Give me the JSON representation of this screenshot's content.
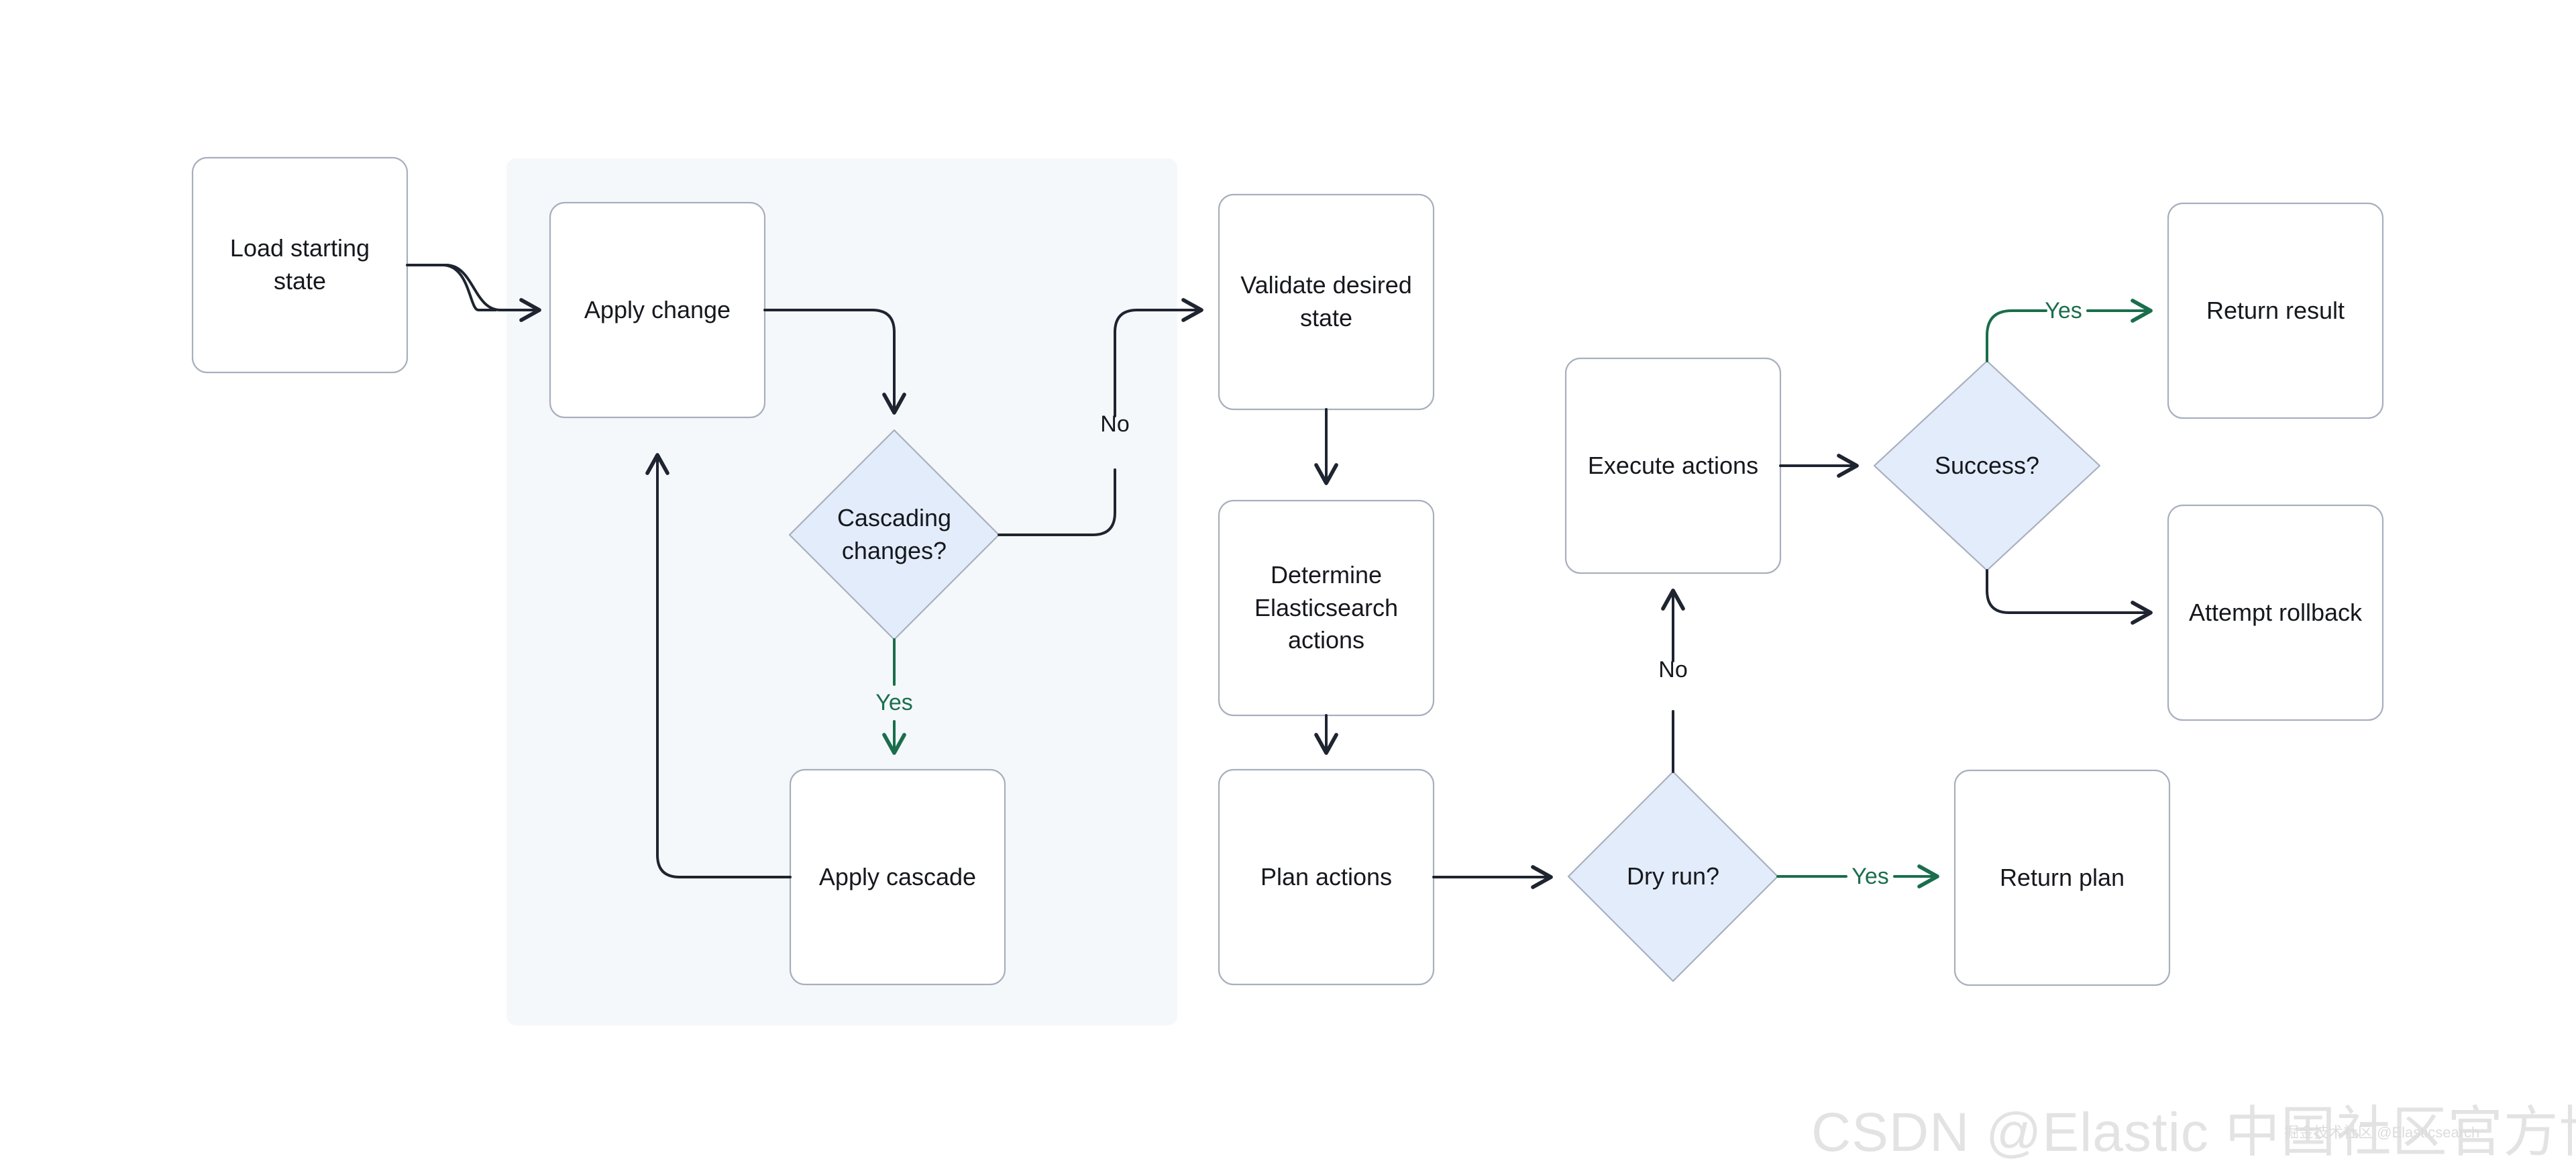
{
  "diagram": {
    "type": "flowchart",
    "title": "",
    "background_color": "#ffffff",
    "group_background_color": "#f5f8fb",
    "decision_fill_color": "#e3ecfb",
    "node_stroke_color": "#a8afbd",
    "node_fill_color": "#ffffff",
    "edge_color_default": "#1e2430",
    "edge_color_yes": "#1a6e4c",
    "text_color": "#16181d"
  },
  "nodes": {
    "load_starting_state": {
      "label": "Load starting\nstate",
      "shape": "rounded-rect"
    },
    "apply_change": {
      "label": "Apply change",
      "shape": "rounded-rect"
    },
    "cascading_changes": {
      "label": "Cascading\nchanges?",
      "shape": "diamond"
    },
    "apply_cascade": {
      "label": "Apply cascade",
      "shape": "rounded-rect"
    },
    "validate_desired_state": {
      "label": "Validate desired\nstate",
      "shape": "rounded-rect"
    },
    "determine_es_actions": {
      "label": "Determine\nElasticsearch\nactions",
      "shape": "rounded-rect"
    },
    "plan_actions": {
      "label": "Plan actions",
      "shape": "rounded-rect"
    },
    "dry_run": {
      "label": "Dry run?",
      "shape": "diamond"
    },
    "return_plan": {
      "label": "Return plan",
      "shape": "rounded-rect"
    },
    "execute_actions": {
      "label": "Execute actions",
      "shape": "rounded-rect"
    },
    "success": {
      "label": "Success?",
      "shape": "diamond"
    },
    "return_result": {
      "label": "Return result",
      "shape": "rounded-rect"
    },
    "attempt_rollback": {
      "label": "Attempt rollback",
      "shape": "rounded-rect"
    }
  },
  "edge_labels": {
    "cascading_yes": "Yes",
    "cascading_no": "No",
    "dry_run_yes": "Yes",
    "dry_run_no": "No",
    "success_yes": "Yes"
  },
  "edges": [
    {
      "from": "load_starting_state",
      "to": "apply_change",
      "label": ""
    },
    {
      "from": "apply_change",
      "to": "cascading_changes",
      "label": ""
    },
    {
      "from": "cascading_changes",
      "to": "apply_cascade",
      "label": "Yes"
    },
    {
      "from": "cascading_changes",
      "to": "validate_desired_state",
      "label": "No"
    },
    {
      "from": "apply_cascade",
      "to": "apply_change",
      "label": ""
    },
    {
      "from": "validate_desired_state",
      "to": "determine_es_actions",
      "label": ""
    },
    {
      "from": "determine_es_actions",
      "to": "plan_actions",
      "label": ""
    },
    {
      "from": "plan_actions",
      "to": "dry_run",
      "label": ""
    },
    {
      "from": "dry_run",
      "to": "return_plan",
      "label": "Yes"
    },
    {
      "from": "dry_run",
      "to": "execute_actions",
      "label": "No"
    },
    {
      "from": "execute_actions",
      "to": "success",
      "label": ""
    },
    {
      "from": "success",
      "to": "return_result",
      "label": "Yes"
    },
    {
      "from": "success",
      "to": "attempt_rollback",
      "label": ""
    }
  ],
  "watermark": {
    "main": "CSDN @Elastic 中国社区官方博客",
    "sub": "掘金技术社区 @Elasticsearch"
  }
}
